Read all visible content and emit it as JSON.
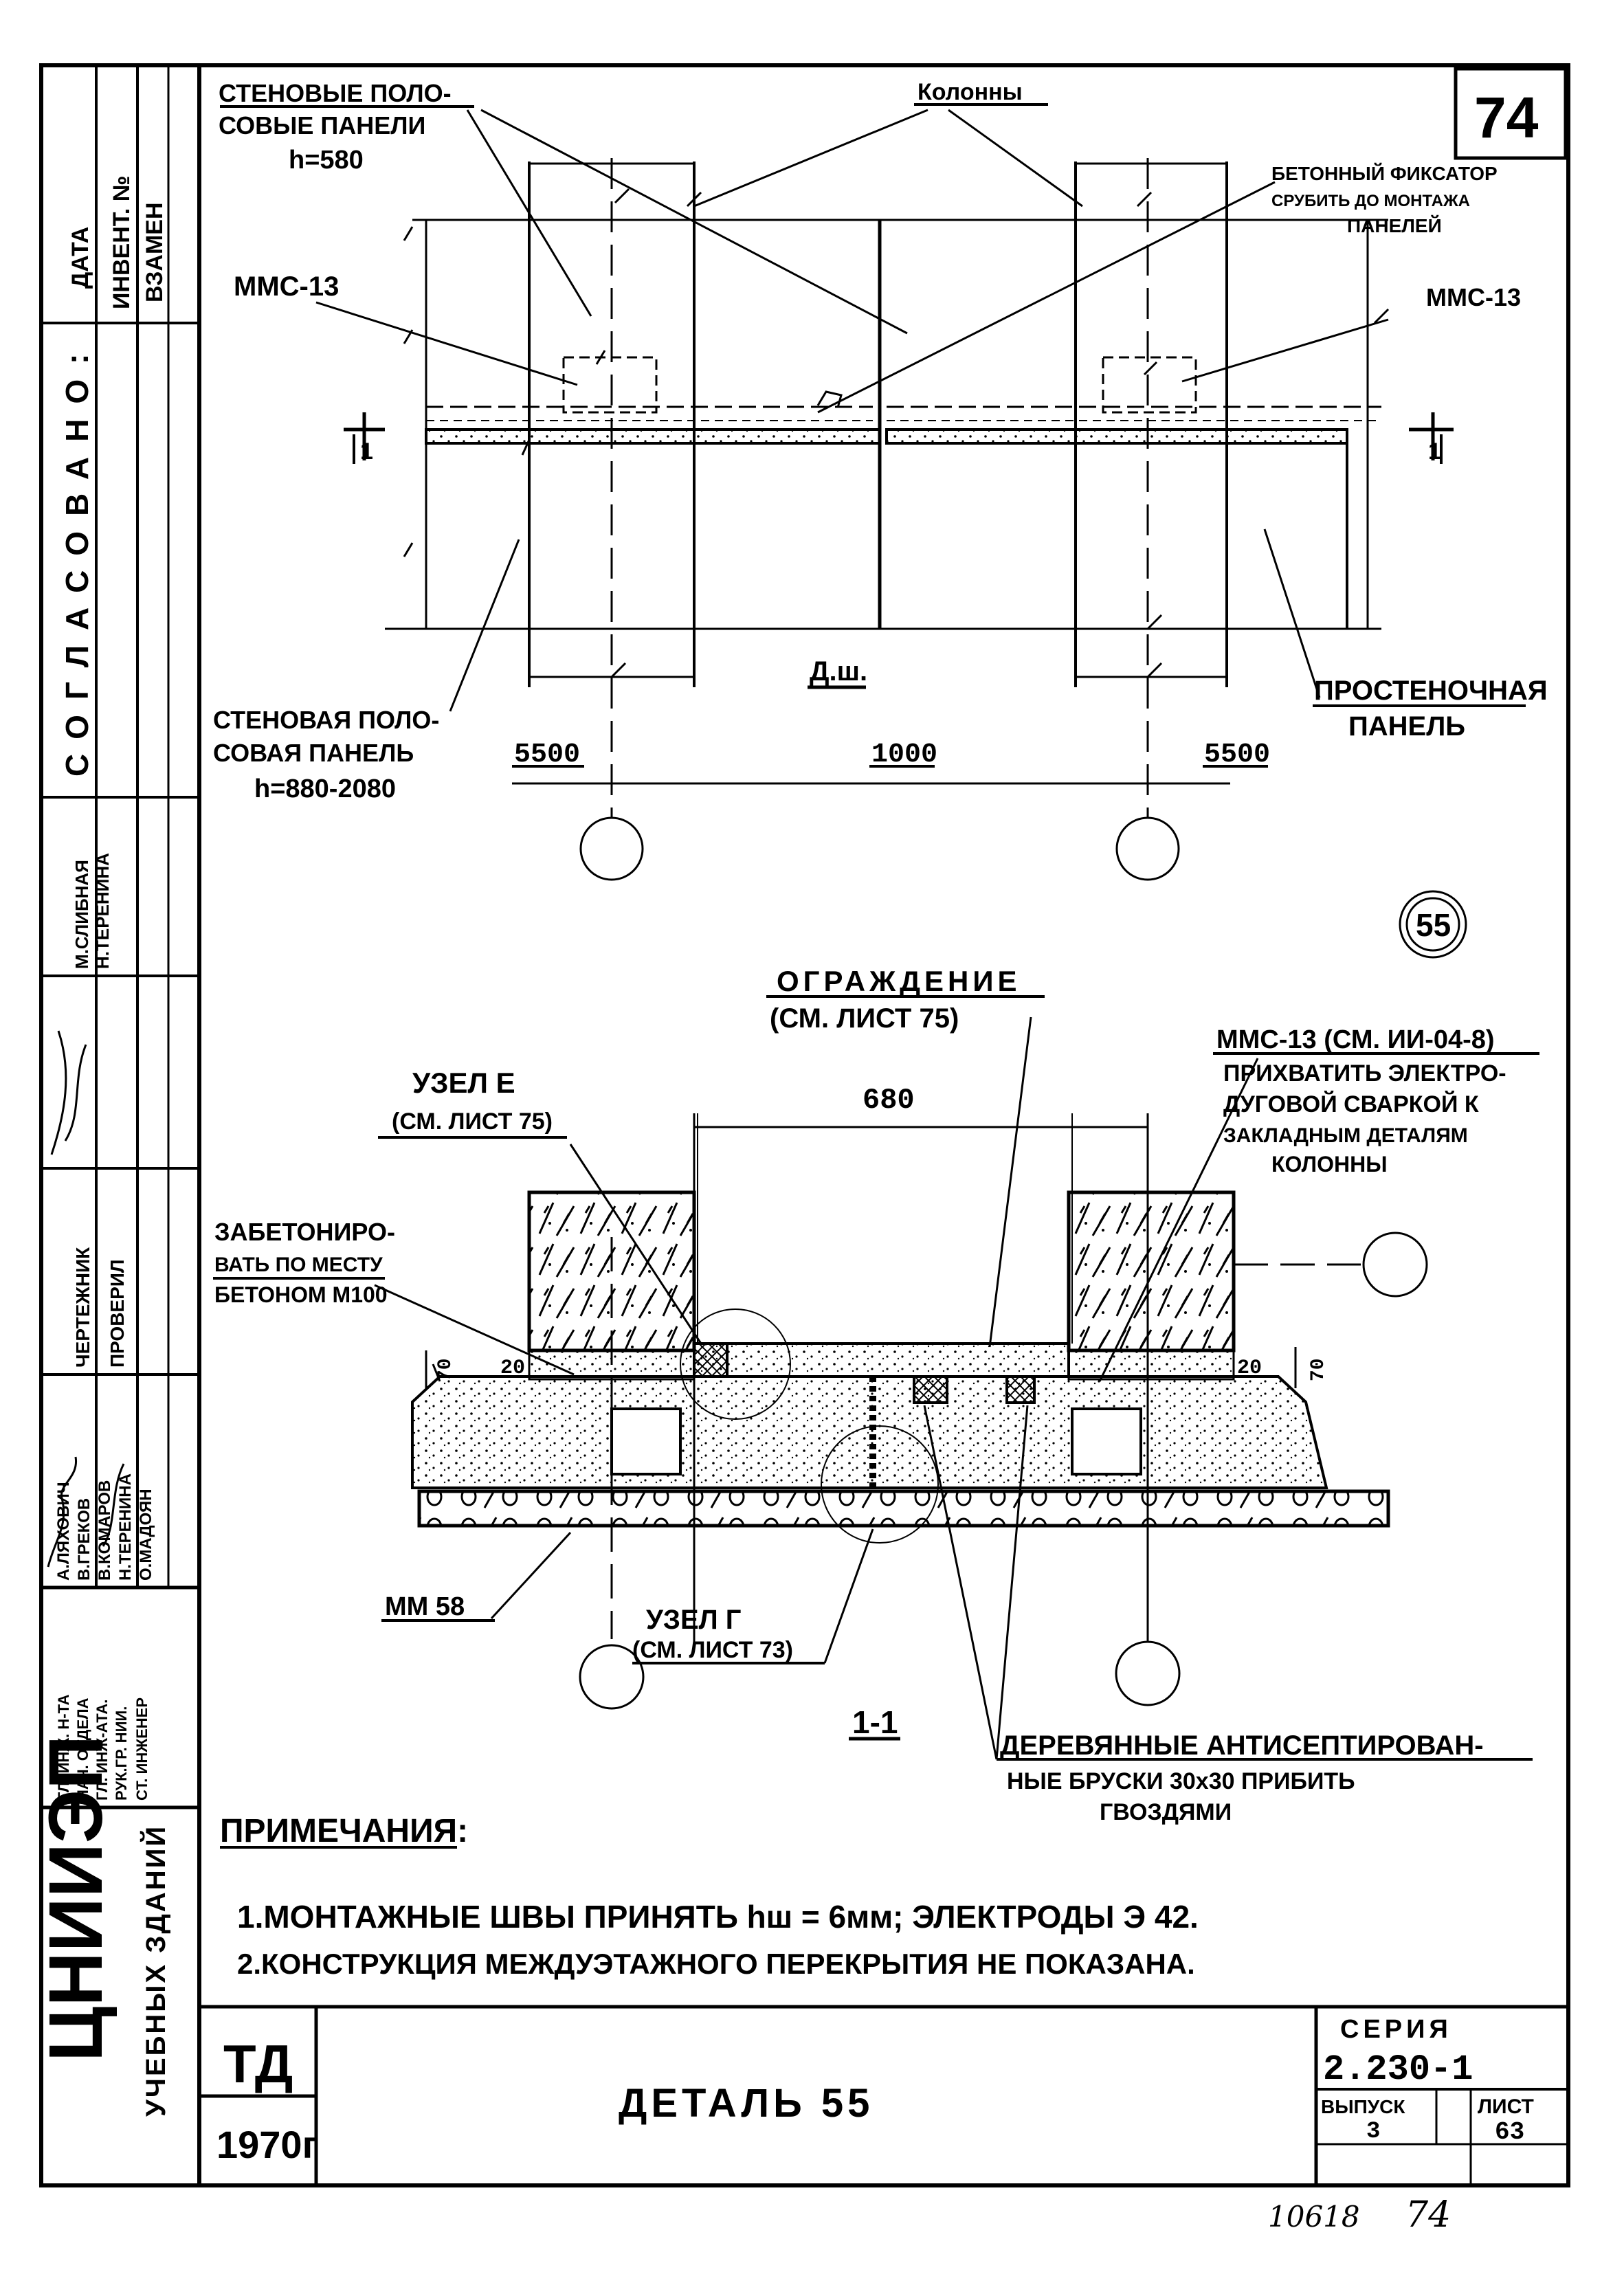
{
  "sheet": {
    "number": "74",
    "detail_circle": "55",
    "title": "ДЕТАЛЬ 55",
    "series_label": "СЕРИЯ",
    "series_value": "2.230-1",
    "issue_label": "ВЫПУСК",
    "issue_value": "3",
    "sheet_label": "ЛИСТ",
    "sheet_value": "63",
    "td": "ТД",
    "year": "1970г",
    "bottom_hand_1": "10618",
    "bottom_hand_2": "74"
  },
  "sidebar": {
    "org": "ЦНИИЭП",
    "org_sub": "УЧЕБНЫХ ЗДАНИЙ",
    "approved_label": "СОГЛАСОВАНО:",
    "col_labels": [
      "ДАТА",
      "ИНВЕНТ. №",
      "ВЗАМЕН"
    ],
    "roles": [
      "ГЛ. ИНЖ. Н-ТА",
      "НАЧ. ОТДЕЛА",
      "ГЛ. ИНЖ-АТА.",
      "РУК.ГР. НИИ.",
      "СТ. ИНЖЕНЕР"
    ],
    "names": [
      "А.ЛЯХОВИЧ",
      "В.ГРЕКОВ",
      "В.КОМАРОВ",
      "Н.ТЕРЕНИНА",
      "О.МАДОЯН"
    ],
    "roles2": [
      "ЧЕРТЕЖНИК",
      "ПРОВЕРИЛ"
    ],
    "names2": [
      "М.СЛИБНАЯ",
      "Н.ТЕРЕНИНА"
    ]
  },
  "plan": {
    "label_wall_panels": "СТЕНОВЫЕ ПОЛО-",
    "label_wall_panels_2": "СОВЫЕ ПАНЕЛИ",
    "label_h580": "h=580",
    "label_columns": "Колонны",
    "label_fixator_1": "БЕТОННЫЙ ФИКСАТОР",
    "label_fixator_2": "СРУБИТЬ ДО МОНТАЖА",
    "label_fixator_3": "ПАНЕЛЕЙ",
    "mmc_left": "ММС-13",
    "mmc_right": "ММС-13",
    "section_mark": "1",
    "dsh": "Д.ш.",
    "label_wall_panel_low_1": "СТЕНОВАЯ ПОЛО-",
    "label_wall_panel_low_2": "СОВАЯ ПАНЕЛЬ",
    "label_wall_panel_low_3": "h=880-2080",
    "label_pier_1": "ПРОСТЕНОЧНАЯ",
    "label_pier_2": "ПАНЕЛЬ",
    "dim_left": "5500",
    "dim_mid": "1000",
    "dim_right": "5500"
  },
  "section": {
    "fence_1": "ОГРАЖДЕНИЕ",
    "fence_2": "(СМ. ЛИСТ 75)",
    "node_e_1": "УЗЕЛ Е",
    "node_e_2": "(СМ. ЛИСТ 75)",
    "dim_680": "680",
    "mmc_note_1": "ММС-13 (СМ. ИИ-04-8)",
    "mmc_note_2": "ПРИХВАТИТЬ ЭЛЕКТРО-",
    "mmc_note_3": "ДУГОВОЙ СВАРКОЙ К",
    "mmc_note_4": "ЗАКЛАДНЫМ ДЕТАЛЯМ",
    "mmc_note_5": "КОЛОННЫ",
    "concrete_1": "ЗАБЕТОНИРО-",
    "concrete_2": "ВАТЬ ПО МЕСТУ",
    "concrete_3": "БЕТОНОМ М100",
    "dim_70_left": "70",
    "dim_20_left": "20",
    "dim_20_right": "20",
    "dim_70_right": "70",
    "mm58": "ММ 58",
    "node_g_1": "УЗЕЛ Г",
    "node_g_2": "(СМ. ЛИСТ 73)",
    "section_label": "1-1",
    "wood_1": "ДЕРЕВЯННЫЕ АНТИСЕПТИРОВАН-",
    "wood_2": "НЫЕ БРУСКИ 30х30 ПРИБИТЬ",
    "wood_3": "ГВОЗДЯМИ"
  },
  "notes": {
    "heading": "ПРИМЕЧАНИЯ:",
    "items": [
      "1.МОНТАЖНЫЕ ШВЫ ПРИНЯТЬ hш = 6мм; ЭЛЕКТРОДЫ Э 42.",
      "2.КОНСТРУКЦИЯ МЕЖДУЭТАЖНОГО ПЕРЕКРЫТИЯ НЕ ПОКАЗАНА."
    ]
  }
}
